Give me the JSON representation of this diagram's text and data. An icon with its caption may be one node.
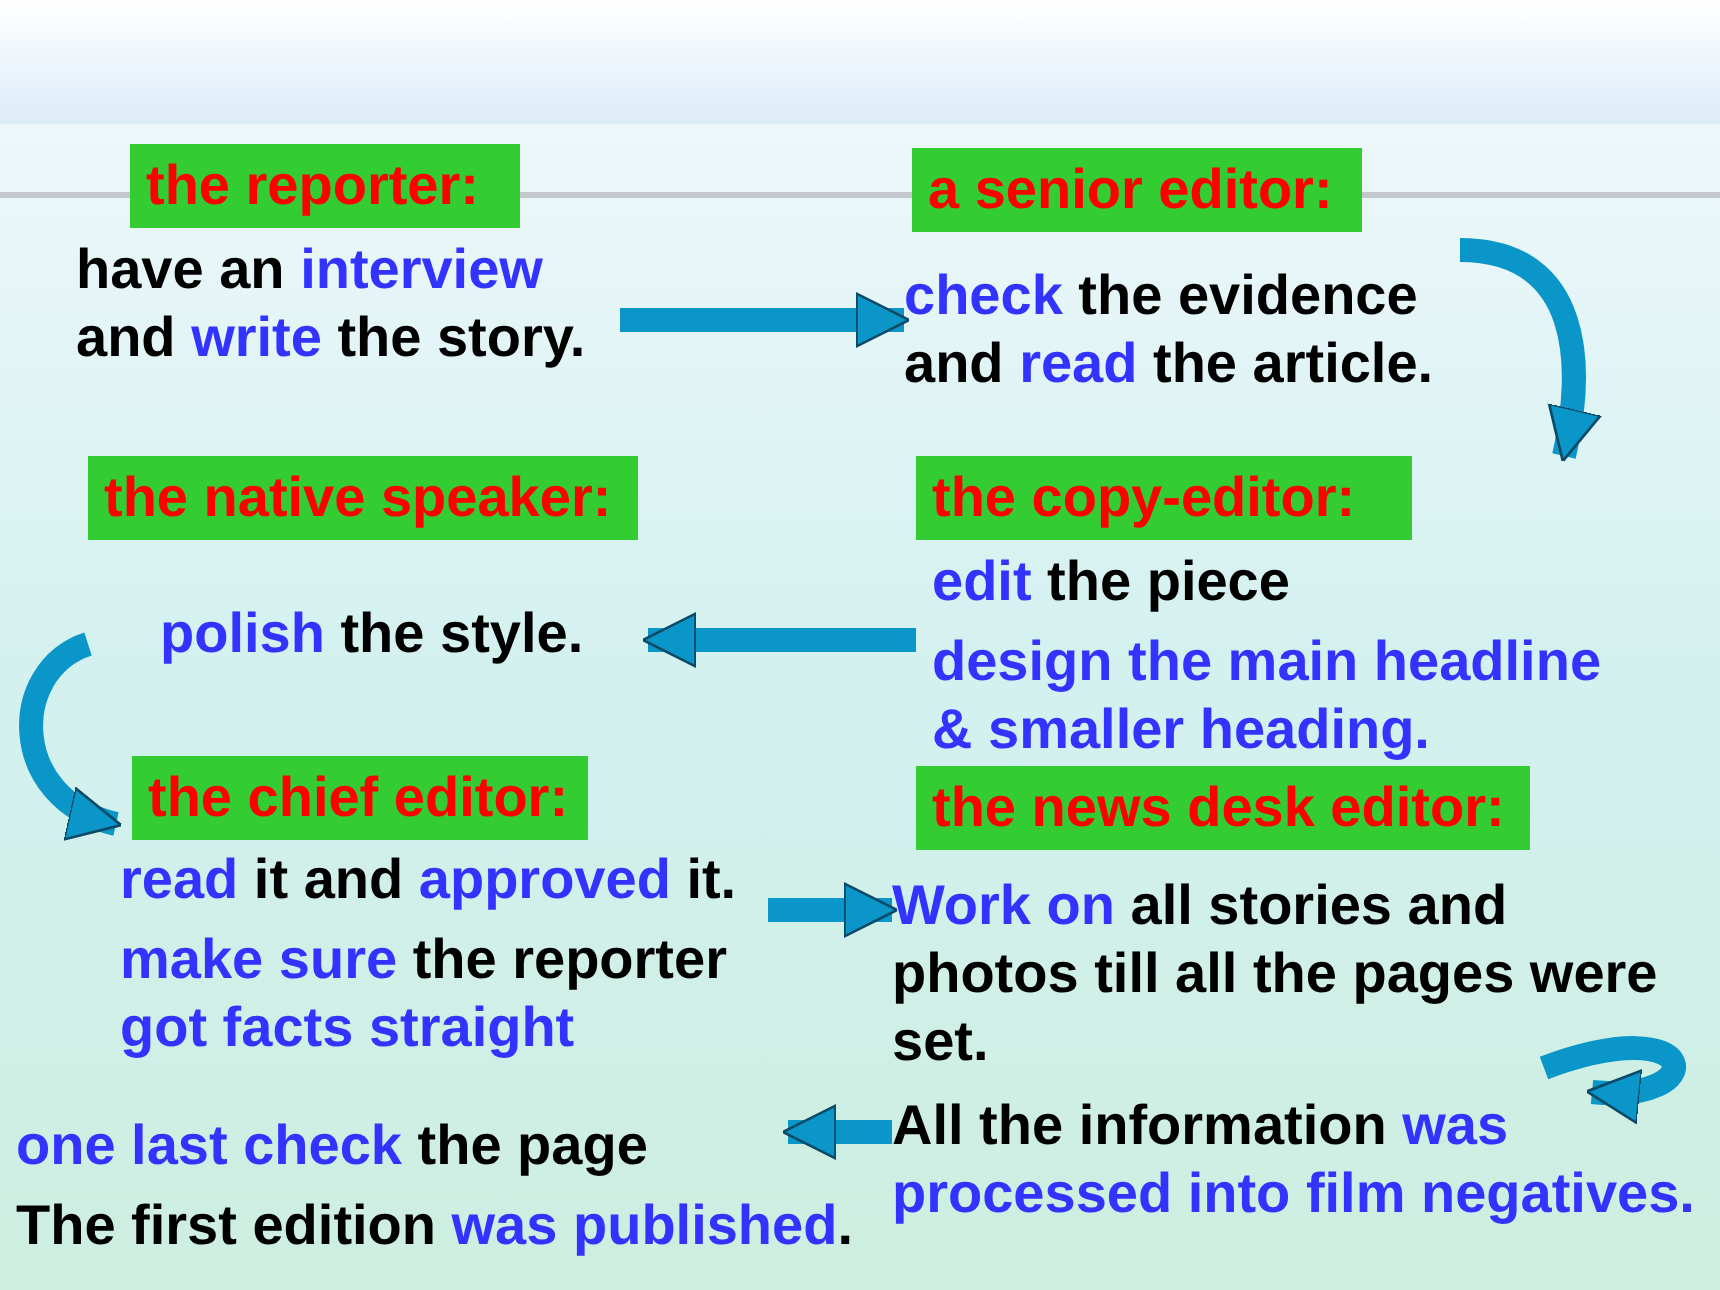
{
  "diagram": {
    "nodes": [
      {
        "text": [
          "the reporter:",
          "have an *interview* and *write* the story."
        ]
      },
      {
        "text": [
          "a senior editor:",
          "*check* the evidence and *read* the article."
        ]
      },
      {
        "text": [
          "the copy-editor:",
          "*edit* the piece",
          "*design the main headline & smaller heading.*"
        ]
      },
      {
        "text": [
          "the native speaker:",
          "*polish* the style."
        ]
      },
      {
        "text": [
          "the chief editor:",
          "*read* it and *approved* it.",
          "*make sure* the reporter *got facts straight*"
        ]
      },
      {
        "text": [
          "the news desk editor:",
          "*Work on* all stories and photos till all the pages were set."
        ]
      },
      {
        "text": [
          "All the information *was processed into film negatives.*"
        ]
      },
      {
        "text": [
          "*one last check* the page",
          "The first edition *was published*."
        ]
      }
    ],
    "edges": [
      {
        "from": 0,
        "to": 1,
        "arrow": "to"
      },
      {
        "from": 1,
        "to": 2,
        "arrow": "to"
      },
      {
        "from": 2,
        "to": 3,
        "arrow": "to"
      },
      {
        "from": 3,
        "to": 4,
        "arrow": "to"
      },
      {
        "from": 4,
        "to": 5,
        "arrow": "to"
      },
      {
        "from": 5,
        "to": 6,
        "arrow": "to"
      },
      {
        "from": 6,
        "to": 7,
        "arrow": "to"
      }
    ]
  }
}
